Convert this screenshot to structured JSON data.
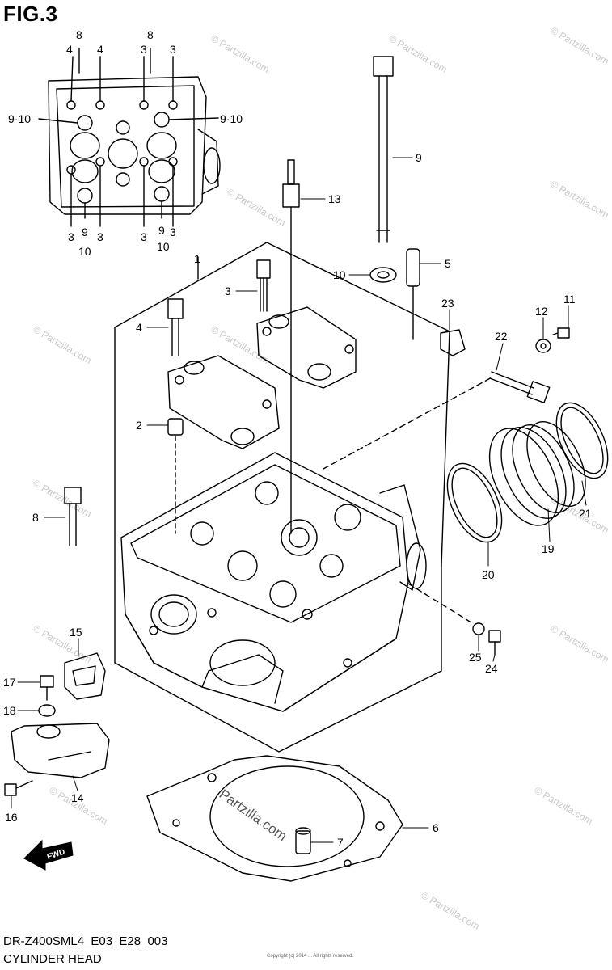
{
  "header": {
    "figure": "FIG.3"
  },
  "footer": {
    "model_code": "DR-Z400SML4_E03_E28_003",
    "title": "CYLINDER HEAD",
    "copyright": "Copyright (c) 2014 ...  All rights reserved."
  },
  "watermark": {
    "text": "© Partzilla.com",
    "stamp": "Partzilla.com"
  },
  "fwd_label": "FWD",
  "callouts": {
    "c1": "1",
    "c2": "2",
    "c3": "3",
    "c4": "4",
    "c5": "5",
    "c6": "6",
    "c7": "7",
    "c8": "8",
    "c8b": "8",
    "c9": "9",
    "c10": "10",
    "c11": "11",
    "c12": "12",
    "c13": "13",
    "c14": "14",
    "c15": "15",
    "c16": "16",
    "c17": "17",
    "c18": "18",
    "c19": "19",
    "c20": "20",
    "c21": "21",
    "c22": "22",
    "c23": "23",
    "c24": "24",
    "c25": "25"
  },
  "inset_callouts": {
    "top": [
      "8",
      "8",
      "4",
      "4",
      "3",
      "3"
    ],
    "left_910": "9·10",
    "right_910": "9·10",
    "bottom": [
      "3",
      "3",
      "3",
      "3"
    ],
    "bottom_9": [
      "9",
      "9"
    ],
    "bottom_10": [
      "10",
      "10"
    ]
  }
}
